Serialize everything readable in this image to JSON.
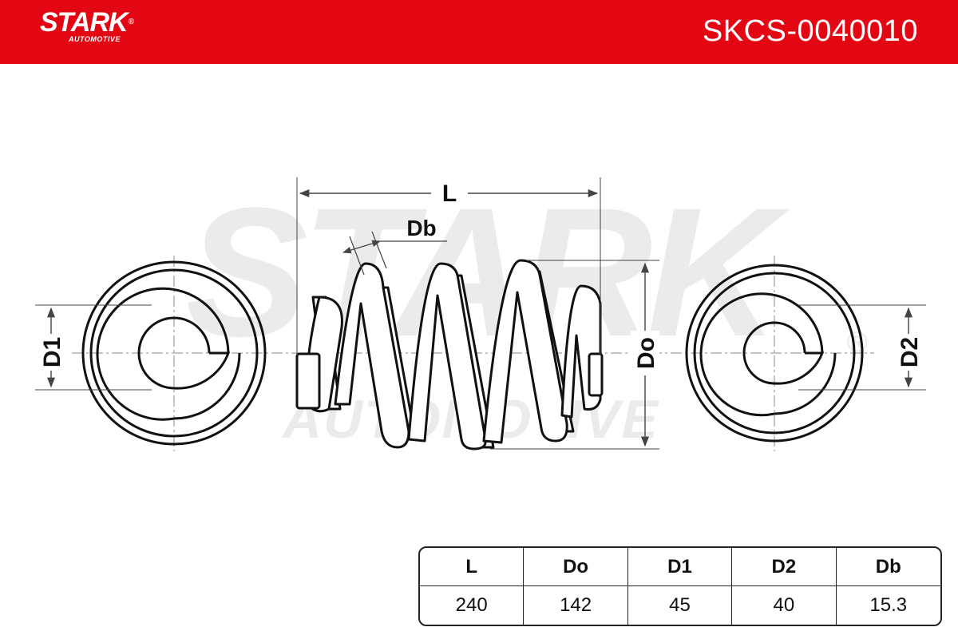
{
  "header": {
    "brand": "STARK",
    "brand_reg": "®",
    "brand_sub": "AUTOMOTIVE",
    "part_number": "SKCS-0040010",
    "color": "#e30613"
  },
  "watermark": {
    "top": "STARK",
    "bottom": "AUTOMOTIVE",
    "reg": "®"
  },
  "labels": {
    "L": "L",
    "Db": "Db",
    "Do": "Do",
    "D1": "D1",
    "D2": "D2"
  },
  "specs": {
    "headers": [
      "L",
      "Do",
      "D1",
      "D2",
      "Db"
    ],
    "values": [
      "240",
      "142",
      "45",
      "40",
      "15.3"
    ]
  },
  "icons": [
    "coil-spring-side-icon",
    "spring-end-view-icon"
  ]
}
